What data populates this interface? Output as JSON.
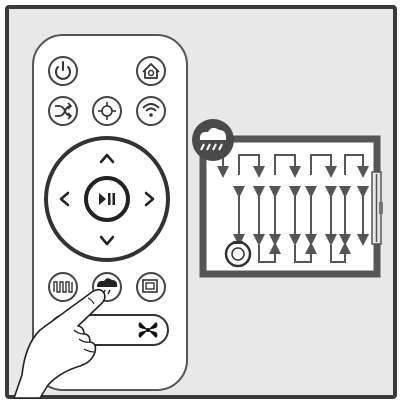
{
  "illustration": {
    "frame_color": "#3a3a3a",
    "background_color": "#e8e8e8",
    "remote_color": "#ffffff",
    "room_wall_color": "#555555",
    "path_color": "#555555",
    "mode_badge_color": "#4a4a4a"
  },
  "remote": {
    "buttons": [
      {
        "name": "power-button",
        "icon": "power-icon"
      },
      {
        "name": "home-button",
        "icon": "home-charge-icon"
      },
      {
        "name": "random-mode-button",
        "icon": "shuffle-icon"
      },
      {
        "name": "spot-clean-button",
        "icon": "spot-target-icon"
      },
      {
        "name": "wifi-button",
        "icon": "wifi-icon"
      },
      {
        "name": "dpad-up-button",
        "icon": "chevron-up-icon"
      },
      {
        "name": "dpad-down-button",
        "icon": "chevron-down-icon"
      },
      {
        "name": "dpad-left-button",
        "icon": "chevron-left-icon"
      },
      {
        "name": "dpad-right-button",
        "icon": "chevron-right-icon"
      },
      {
        "name": "play-pause-button",
        "icon": "play-pause-icon"
      },
      {
        "name": "zigzag-mode-button",
        "icon": "zigzag-icon"
      },
      {
        "name": "mop-mode-button",
        "icon": "mop-cloud-icon"
      },
      {
        "name": "edge-clean-button",
        "icon": "edge-square-icon"
      },
      {
        "name": "fan-suction-button",
        "icon": "fan-icon"
      }
    ]
  },
  "room": {
    "mode_icon": "mop-cloud-icon",
    "robot_icon": "robot-vacuum-icon"
  }
}
